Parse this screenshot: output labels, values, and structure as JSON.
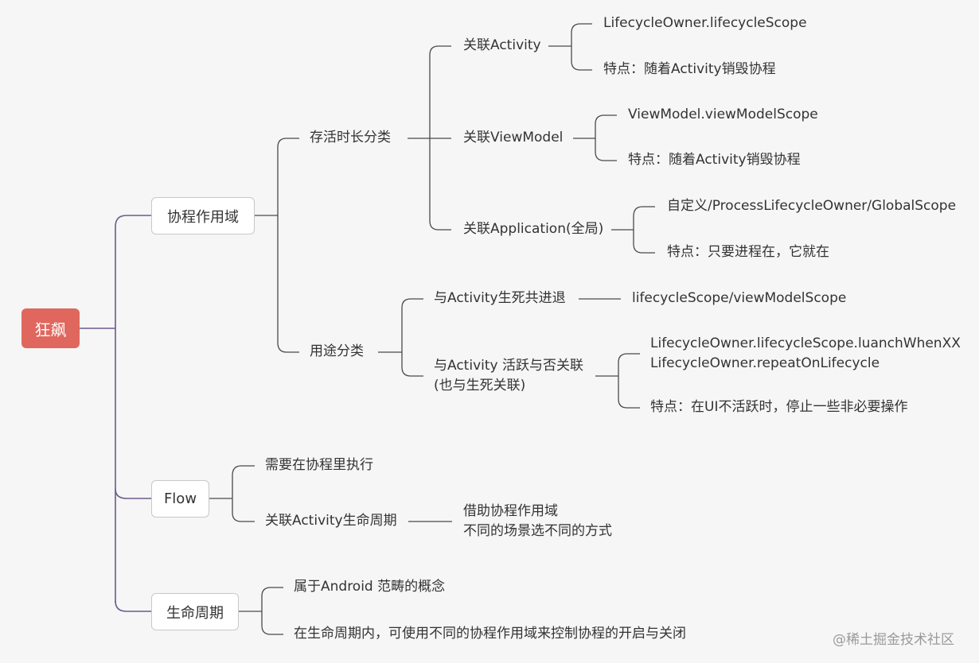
{
  "root": "狂飙",
  "branches": {
    "scope": {
      "label": "协程作用域",
      "lifetime": {
        "label": "存活时长分类",
        "activity": {
          "label": "关联Activity",
          "items": [
            "LifecycleOwner.lifecycleScope",
            "特点：随着Activity销毁协程"
          ]
        },
        "viewmodel": {
          "label": "关联ViewModel",
          "items": [
            "ViewModel.viewModelScope",
            "特点：随着Activity销毁协程"
          ]
        },
        "application": {
          "label": "关联Application(全局)",
          "items": [
            "自定义/ProcessLifecycleOwner/GlobalScope",
            "特点：只要进程在，它就在"
          ]
        }
      },
      "usage": {
        "label": "用途分类",
        "life": {
          "label": "与Activity生死共进退",
          "items": [
            "lifecycleScope/viewModelScope"
          ]
        },
        "active": {
          "label": "与Activity 活跃与否关联\n(也与生死关联)",
          "items": [
            "LifecycleOwner.lifecycleScope.luanchWhenXX\nLifecycleOwner.repeatOnLifecycle",
            "特点：在UI不活跃时，停止一些非必要操作"
          ]
        }
      }
    },
    "flow": {
      "label": "Flow",
      "items": [
        "需要在协程里执行",
        "关联Activity生命周期"
      ],
      "sub": "借助协程作用域\n不同的场景选不同的方式"
    },
    "lifecycle": {
      "label": "生命周期",
      "items": [
        "属于Android 范畴的概念",
        "在生命周期内，可使用不同的协程作用域来控制协程的开启与关闭"
      ]
    }
  },
  "watermark": "@稀土掘金技术社区",
  "colors": {
    "root_fill": "#e0675e",
    "main_line": "#6b5a8e",
    "line": "#4a4a4a"
  }
}
